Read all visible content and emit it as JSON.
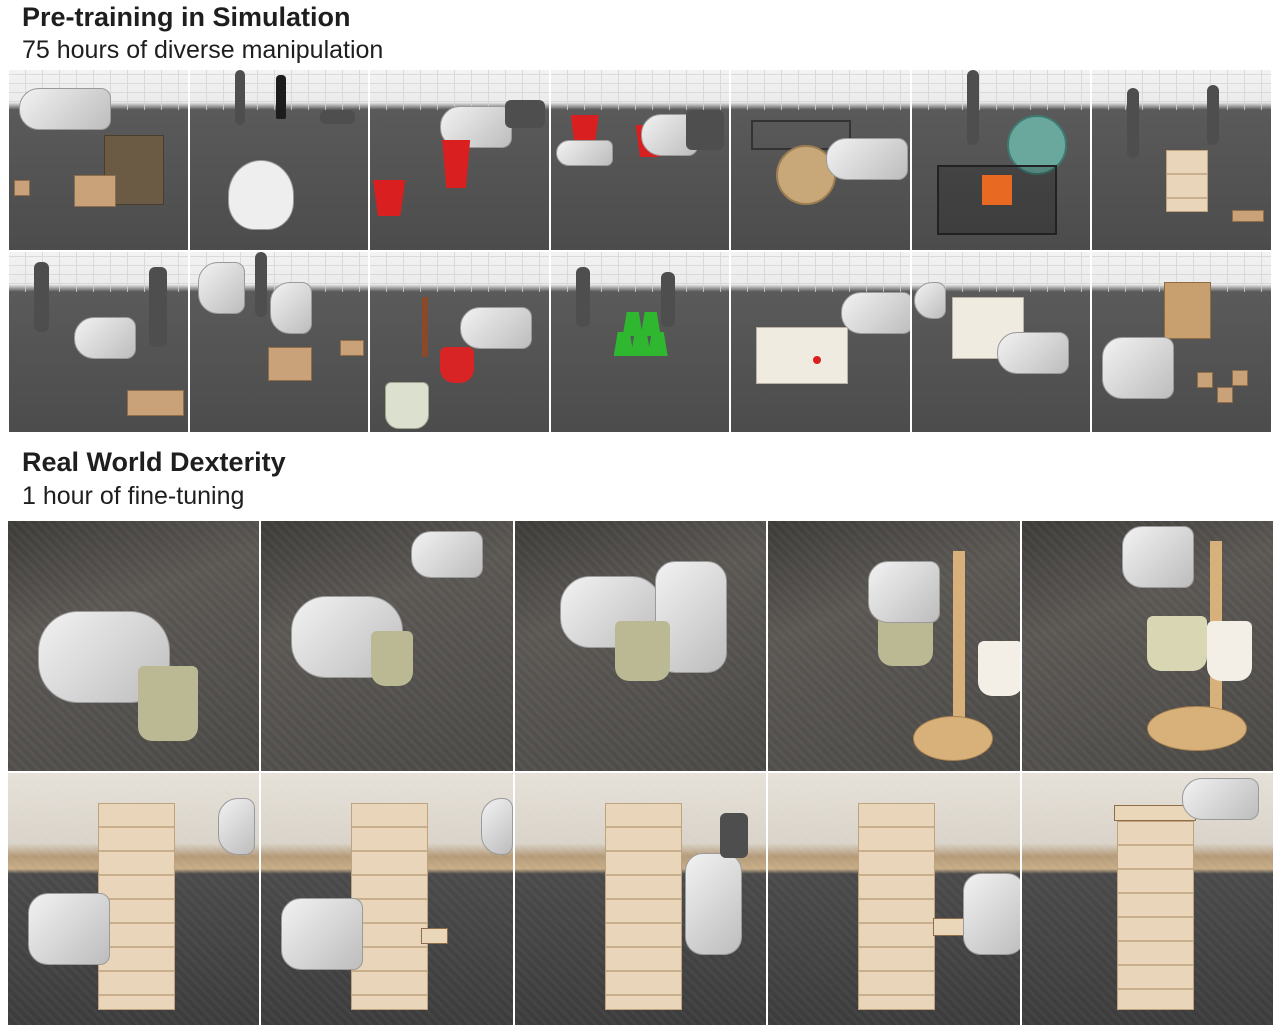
{
  "sections": {
    "sim": {
      "title": "Pre-training in Simulation",
      "subtitle": "75 hours of diverse manipulation"
    },
    "real": {
      "title": "Real World Dexterity",
      "subtitle": "1 hour of fine-tuning"
    }
  },
  "colors": {
    "heading": "#1e1e1e",
    "sim_floor": "#4c4c4c",
    "red_cup": "#d91f1f",
    "green_cup": "#2fb82f",
    "wood": "#c9a27a"
  }
}
